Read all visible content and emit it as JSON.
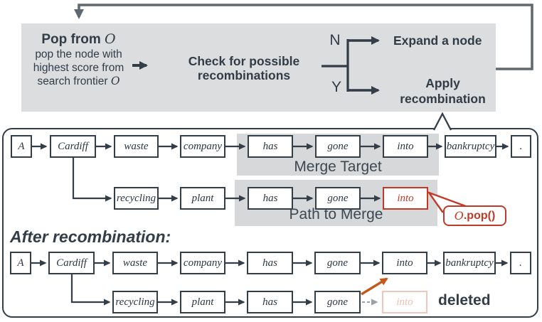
{
  "flowchart": {
    "pop": {
      "title": "Pop from",
      "symbol": "O",
      "sub1": "pop the node with",
      "sub2": "highest score from",
      "sub3": "search frontier"
    },
    "check": {
      "line1": "Check for possible",
      "line2": "recombinations"
    },
    "branch": {
      "no": "N",
      "yes": "Y"
    },
    "expand_label": "Expand a node",
    "apply": {
      "line1": "Apply",
      "line2": "recombination"
    }
  },
  "lattice": {
    "labels": {
      "merge_target": "Merge Target",
      "path_to_merge": "Path to Merge",
      "after": "After recombination:",
      "deleted": "deleted"
    },
    "callout": {
      "symbol": "O",
      "method": ".pop()"
    },
    "before": {
      "main": [
        "A",
        "Cardiff",
        "waste",
        "company",
        "has",
        "gone",
        "into",
        "bankruptcy",
        "."
      ],
      "branch": [
        "recycling",
        "plant",
        "has",
        "gone",
        "into"
      ]
    },
    "after": {
      "main": [
        "A",
        "Cardiff",
        "waste",
        "company",
        "has",
        "gone",
        "into",
        "bankruptcy",
        "."
      ],
      "branch": [
        "recycling",
        "plant",
        "has",
        "gone",
        "into"
      ]
    }
  },
  "colors": {
    "dark_slate": "#333e48",
    "loop_gray": "#5f6970",
    "flow_panel_gray": "#dbdddf",
    "highlight_gray": "#d6d8d9",
    "red": "#bf3a27",
    "orange": "#c4591a",
    "faded_pink": "#f2c6bc",
    "dashed_gray": "#9aa0a4"
  }
}
